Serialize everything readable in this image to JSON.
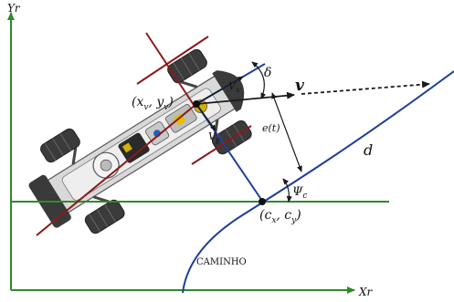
{
  "axes": {
    "y_label": "Yr",
    "x_label": "Xr"
  },
  "labels": {
    "vehicle_position": "(x",
    "vehicle_pos_x_sub": "v",
    "vehicle_pos_sep": ", y",
    "vehicle_pos_y_sub": "v",
    "vehicle_pos_close": ")",
    "vx": "V",
    "vx_sub": "x",
    "vy": "V",
    "vy_sub": "y",
    "delta": "δ",
    "velocity": "v",
    "error": "e(t)",
    "distance": "d",
    "psi": "Ψ",
    "psi_sub": "c",
    "path_point": "(c",
    "path_point_x_sub": "x",
    "path_point_sep": ", c",
    "path_point_y_sub": "y",
    "path_point_close": ")",
    "path": "CAMINHO"
  },
  "colors": {
    "axis": "#2e8b2e",
    "path": "#1f3e9a",
    "vehicle_axis": "#8b1a1a",
    "vector": "#1a1a1a"
  }
}
